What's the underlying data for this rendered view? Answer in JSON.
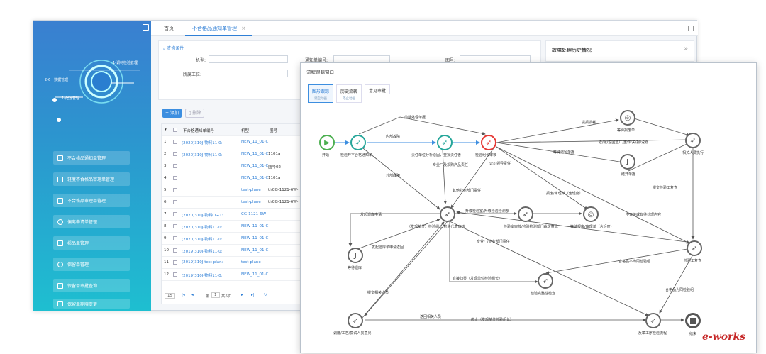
{
  "sidebar": {
    "orbit": {
      "label1": "1-调材检验管理",
      "label2": "2-6一数据管理",
      "label3": "1-配置管理"
    },
    "menu": [
      "不合格品通知单管理",
      "轻度不合格品审理单管理",
      "不合格品审理单管理",
      "偏离申请单管理",
      "损品单管理",
      "保留单管理",
      "保留单审批查询",
      "保留单期限变更"
    ]
  },
  "topbar": {
    "home": "首页",
    "active_tab": "不合格品通知单管理",
    "close": "×"
  },
  "query": {
    "title": "查询条件",
    "model_label": "机型:",
    "notice_label": "通知单编号:",
    "drawing_label": "图号:",
    "station_label": "所属工位:"
  },
  "toolbar": {
    "add": "添加",
    "delete": "删除"
  },
  "table": {
    "headers": [
      "不合格通知单编号",
      "机型",
      "图号"
    ],
    "rows": [
      {
        "no": "1",
        "code": "(2020)310J-物料11-0:",
        "model": "NEW_11_01-C",
        "drawing": ""
      },
      {
        "no": "2",
        "code": "(2020)310J-物料11-0:",
        "model": "NEW_11_01-C",
        "drawing": "1101a"
      },
      {
        "no": "3",
        "code": "",
        "model": "NEW_11_01-C",
        "drawing": "图号02"
      },
      {
        "no": "4",
        "code": "",
        "model": "NEW_11_01-C",
        "drawing": "1101a"
      },
      {
        "no": "5",
        "code": "",
        "model": "test-plane",
        "drawing": "thCG-1121-6W-:"
      },
      {
        "no": "6",
        "code": "",
        "model": "test-plane",
        "drawing": "thCG-1121-6W-:"
      },
      {
        "no": "7",
        "code": "(2020)310J-物料CG-1:",
        "model": "CG-1121-6W",
        "drawing": ""
      },
      {
        "no": "8",
        "code": "(2020)310J-物料11-0:",
        "model": "NEW_11_01-C",
        "drawing": ""
      },
      {
        "no": "9",
        "code": "(2020)310J-物料11-0:",
        "model": "NEW_11_01-C",
        "drawing": ""
      },
      {
        "no": "10",
        "code": "(2019)310J-物料11-0:",
        "model": "NEW_11_01-C",
        "drawing": ""
      },
      {
        "no": "11",
        "code": "(2019)310J-test-plan:",
        "model": "test-plane",
        "drawing": ""
      },
      {
        "no": "12",
        "code": "(2019)310J-物料11-0:",
        "model": "NEW_11_01-C",
        "drawing": ""
      }
    ]
  },
  "pager": {
    "size": "15",
    "page_label": "第",
    "page": "1",
    "total": "共5页"
  },
  "history": {
    "title": "故障处理历史情况",
    "chevron": "»"
  },
  "flow": {
    "window_title": "流程跟踪窗口",
    "tabs": [
      {
        "label": "图形跟踪",
        "sub": "调启动画"
      },
      {
        "label": "历史流转",
        "sub": "停止动画"
      },
      {
        "label": "意见审批",
        "sub": ""
      }
    ],
    "nodes": {
      "start": "开始",
      "n1": "检验开不合格通知单",
      "n2": "责任单位分析原因，查找责任者",
      "n3": "检验组长审核",
      "n4": "等待报废单",
      "n5": "相关人员执行",
      "n6": "结开单据",
      "n7": "（发现单位）检验组长/检验代表审核",
      "n8": "检验室审核/检验检测部门裁定意见",
      "n9": "等待报废/审理单（含轻度）",
      "n10": "等待遗库",
      "n11": "检验工复查",
      "n12": "检验完整性检查",
      "n13": "调度/工艺/复试人员意见",
      "n14": "反填工序检验流程",
      "end": "结束"
    },
    "edges": [
      "前期处理单据",
      "内部故障",
      "外部故障",
      "专业厂及采购产品责任",
      "公司领导责任",
      "其他业务部门责任",
      "提报损耗",
      "返/报/返回遗厂/重作/关/报/返修",
      "等待遗留单据",
      "报废/审理单（含轻度）",
      "提交检验工复查",
      "升级检验室/升级检验检测部",
      "专业厂/业务部门责任",
      "发起遗库申请",
      "发起遗库单申请返回",
      "直接归零（发现单位检验组长）",
      "提交相关人员",
      "返回相关人员",
      "终止（发现单位检验组长）",
      "合格品不为同检验组",
      "合格品为同检验组",
      "不直接或有待处理内容"
    ]
  },
  "watermark": "e-works"
}
